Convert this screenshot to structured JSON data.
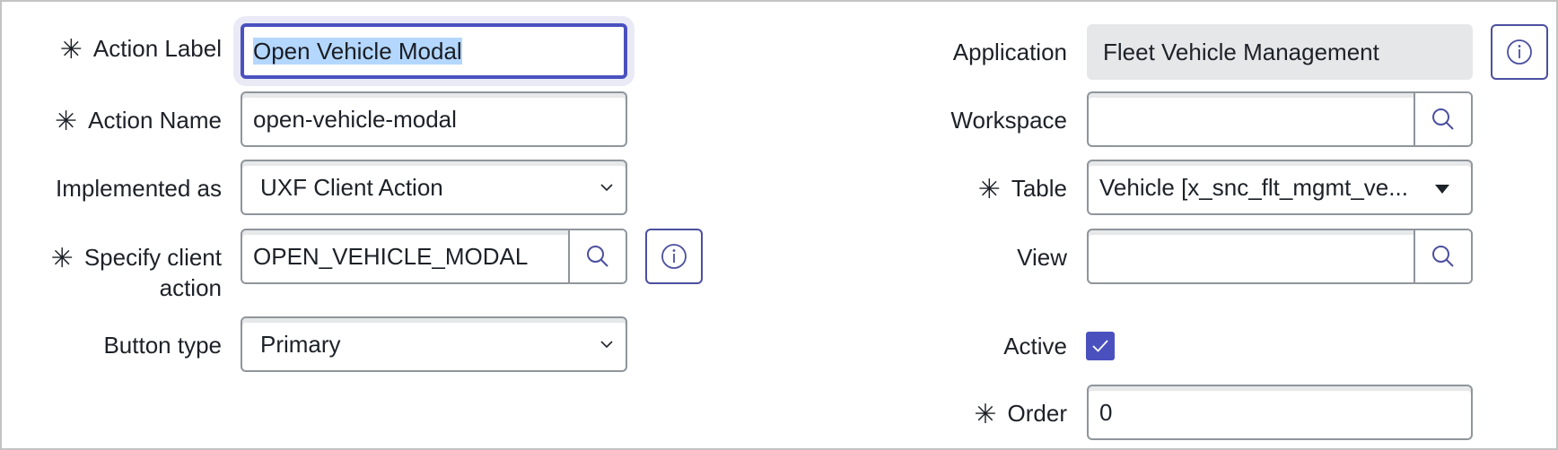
{
  "left_column": {
    "action_label": {
      "label": "Action Label",
      "required": true,
      "value": "Open Vehicle Modal",
      "focused": true,
      "selected": true
    },
    "action_name": {
      "label": "Action Name",
      "required": true,
      "value": "open-vehicle-modal"
    },
    "implemented_as": {
      "label": "Implemented as",
      "required": false,
      "value": "UXF Client Action"
    },
    "specify_client_action": {
      "label_line1": "Specify client",
      "label_line2": "action",
      "required": true,
      "value": "OPEN_VEHICLE_MODAL"
    },
    "button_type": {
      "label": "Button type",
      "required": false,
      "value": "Primary"
    }
  },
  "right_column": {
    "application": {
      "label": "Application",
      "required": false,
      "value": "Fleet Vehicle Management",
      "readonly": true
    },
    "workspace": {
      "label": "Workspace",
      "required": false,
      "value": ""
    },
    "table": {
      "label": "Table",
      "required": true,
      "value": "Vehicle [x_snc_flt_mgmt_ve..."
    },
    "view": {
      "label": "View",
      "required": false,
      "value": ""
    },
    "active": {
      "label": "Active",
      "checked": true
    },
    "order": {
      "label": "Order",
      "required": true,
      "value": "0"
    }
  },
  "required_marker": "✳",
  "icons": {
    "search": "search-icon",
    "info": "info-icon",
    "chevron": "chevron-down-icon",
    "caret": "caret-down-icon",
    "check": "check-icon"
  },
  "colors": {
    "accent": "#4a51bf",
    "info_border": "#4b4f9e",
    "field_border": "#8f959c",
    "readonly_bg": "#e6e7e9",
    "selection": "#b4d7ff",
    "text": "#1d2128"
  }
}
